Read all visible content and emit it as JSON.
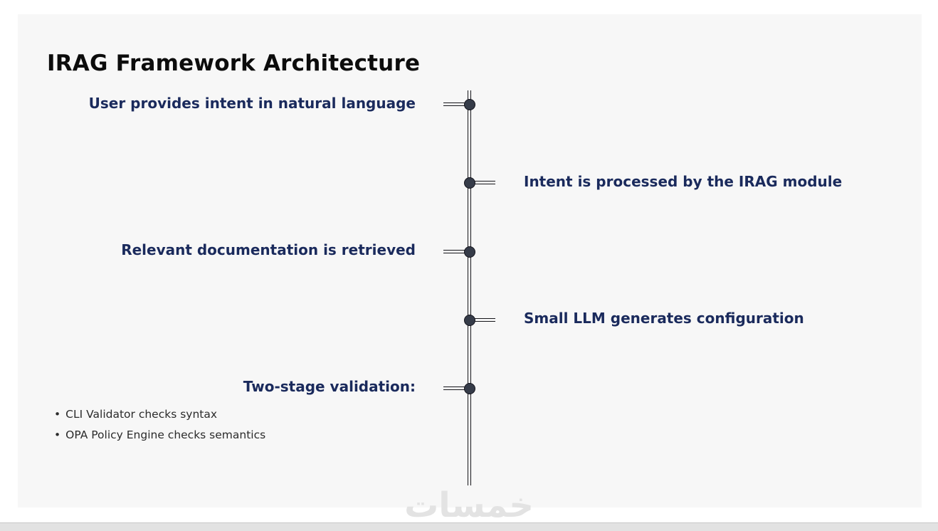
{
  "page": {
    "title": "IRAG Framework Architecture",
    "watermark": "خمسات"
  },
  "timeline": {
    "bullet_char": "•",
    "items": [
      {
        "label": "User provides intent in natural language",
        "side": "left"
      },
      {
        "label": "Intent is processed by the IRAG module",
        "side": "right"
      },
      {
        "label": "Relevant documentation is retrieved",
        "side": "left"
      },
      {
        "label": "Small LLM generates configuration",
        "side": "right"
      },
      {
        "label": "Two-stage validation:",
        "side": "left",
        "sub_items": [
          "CLI Validator checks syntax",
          "OPA Policy Engine checks semantics"
        ]
      }
    ]
  },
  "colors": {
    "card_background": "#f7f7f7",
    "heading_navy": "#1a2a5c",
    "node_fill": "#363c49",
    "line_color": "#15151a",
    "watermark_gray": "#e3e3e3"
  }
}
